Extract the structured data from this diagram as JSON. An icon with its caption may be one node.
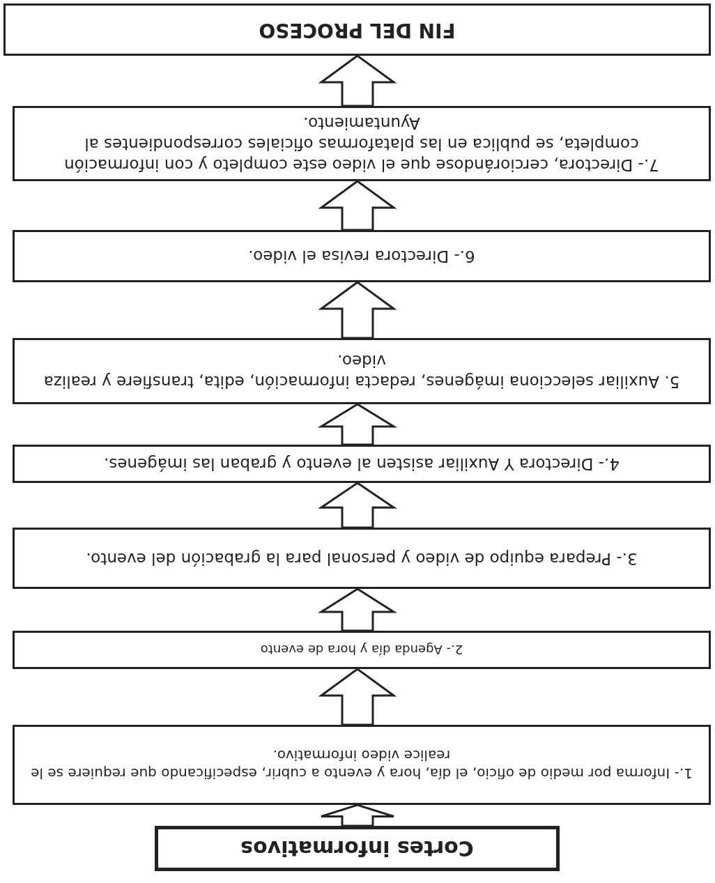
{
  "diagram": {
    "nodes": [
      {
        "text": [
          "Cortes informativos"
        ]
      },
      {
        "text": [
          "1.- Informa por medio de oficio, el día, hora y evento a cubrir, especificando que requiere se le realice video informativo."
        ]
      },
      {
        "text": [
          "2.- Agenda día y hora de evento"
        ]
      },
      {
        "text": [
          "3.- Prepara equipo de video y personal para la grabación del evento."
        ]
      },
      {
        "text": [
          "4.- Directora Y Auxiliar asisten al evento y graban las imágenes."
        ]
      },
      {
        "text": [
          "5. Auxiliar selecciona imágenes, redacta información, edita, transfiere y realiza video."
        ]
      },
      {
        "text": [
          "6.- Directora revisa el video."
        ]
      },
      {
        "text": [
          "7.- Directora, cerciorándose que el video este completo y con información completa, se publica en las plataformas oficiales correspondientes al Ayuntamiento."
        ]
      },
      {
        "text": [
          "FIN DEL PROCESO"
        ]
      }
    ],
    "edges": [
      {
        "from": 0,
        "to": 1,
        "arrow": "to"
      },
      {
        "from": 1,
        "to": 2,
        "arrow": "to"
      },
      {
        "from": 2,
        "to": 3,
        "arrow": "to"
      },
      {
        "from": 3,
        "to": 4,
        "arrow": "to"
      },
      {
        "from": 4,
        "to": 5,
        "arrow": "to"
      },
      {
        "from": 5,
        "to": 6,
        "arrow": "to"
      },
      {
        "from": 6,
        "to": 7,
        "arrow": "to"
      },
      {
        "from": 7,
        "to": 8,
        "arrow": "to"
      }
    ]
  }
}
